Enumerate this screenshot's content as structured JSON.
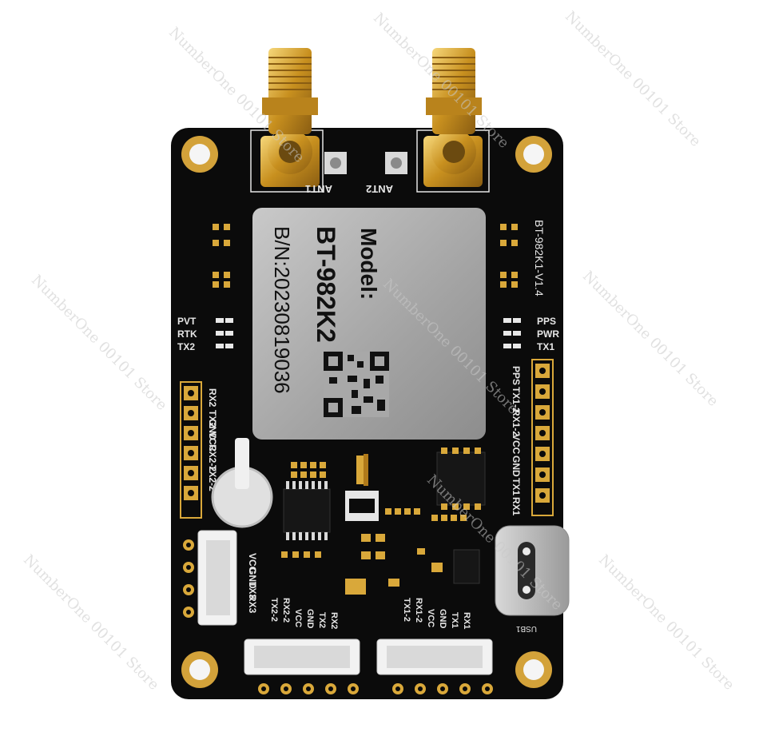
{
  "module": {
    "model_line": "Model:",
    "model_name": "BT-982K2",
    "serial": "B/N:20230819036"
  },
  "board": {
    "version": "BT-982K1-V1.4",
    "ant1": "ANT1",
    "ant2": "ANT2",
    "leds_left": [
      "PVT",
      "RTK",
      "TX2"
    ],
    "leds_right": [
      "PPS",
      "PWR",
      "TX1"
    ],
    "header_left": [
      "RX2",
      "TX2",
      "GND",
      "VCC",
      "RX2-2",
      "TX2-2"
    ],
    "header_right": [
      "PPS",
      "TX1-2",
      "RX1-2",
      "VCC",
      "GND",
      "TX1",
      "RX1"
    ],
    "conn_left": [
      "VCC",
      "GND",
      "TX3",
      "RX3"
    ],
    "bottom_left": [
      "TX2-2",
      "RX2-2",
      "VCC",
      "GND",
      "TX2",
      "RX2"
    ],
    "bottom_right": [
      "TX1-2",
      "RX1-2",
      "VCC",
      "GND",
      "TX1",
      "RX1"
    ],
    "usb": "USB1"
  },
  "watermark": "NumberOne 00101 Store",
  "colors": {
    "pcb": "#0b0b0b",
    "gold": "#d9a83a",
    "module": "#a9a9a9"
  }
}
